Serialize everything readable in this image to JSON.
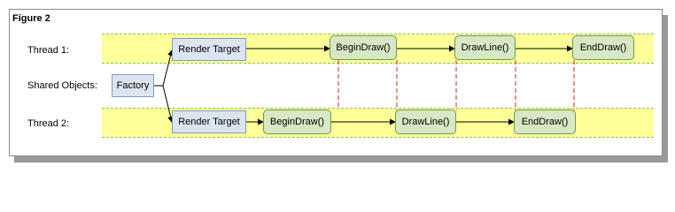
{
  "figure": {
    "title": "Figure 2"
  },
  "rows": {
    "thread1": "Thread 1:",
    "shared": "Shared Objects:",
    "thread2": "Thread 2:"
  },
  "nodes": {
    "factory": "Factory",
    "t1_render_target": "Render Target",
    "t1_begin_draw": "BeginDraw()",
    "t1_draw_line": "DrawLine()",
    "t1_end_draw": "EndDraw()",
    "t2_render_target": "Render Target",
    "t2_begin_draw": "BeginDraw()",
    "t2_draw_line": "DrawLine()",
    "t2_end_draw": "EndDraw()"
  },
  "colors": {
    "lane_fill": "#ffff99",
    "lane_border": "#8cbf6a",
    "object_box": "#dbe5f1",
    "call_box": "#d8e7c4",
    "sync_line": "#cc2222"
  }
}
